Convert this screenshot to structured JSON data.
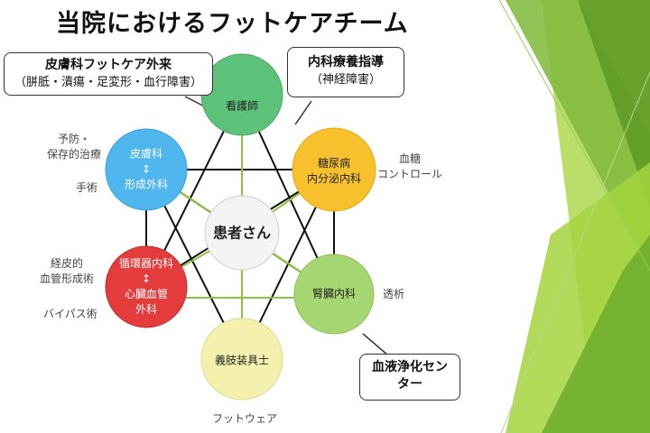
{
  "title": "当院におけるフットケアチーム",
  "callouts": {
    "dermatology_outpatient": {
      "line1": "皮膚科フットケア外来",
      "line2": "（胼胝・潰瘍・足変形・血行障害）"
    },
    "internal_medicine": {
      "line1": "内科療養指導",
      "line2": "（神経障害）"
    },
    "dialysis": {
      "line1": "血液浄化セン",
      "line2": "ター"
    }
  },
  "nodes": {
    "nurse": "看護師",
    "dermatology": {
      "top": "皮膚科",
      "arrow": "↕",
      "bottom": "形成外科"
    },
    "diabetes": {
      "top": "糖尿病",
      "bottom": "内分泌内科"
    },
    "patient": "患者さん",
    "cardio": {
      "top": "循環器内科",
      "arrow": "↕",
      "mid": "心臓血管",
      "bottom": "外科"
    },
    "nephrology": "腎臓内科",
    "prosthetist": "義肢装具士"
  },
  "side_labels": {
    "prevention": {
      "line1": "予防・",
      "line2": "保存的治療"
    },
    "surgery": "手術",
    "glucose": {
      "line1": "血糖",
      "line2": "コントロール"
    },
    "pta": {
      "line1": "経皮的",
      "line2": "血管形成術"
    },
    "bypass": "バイパス術",
    "dialysis_treatment": "透析",
    "footwear": "フットウェア"
  },
  "colors": {
    "nurse": "#5cc27a",
    "dermatology": "#4fb7ee",
    "diabetes": "#f7c12e",
    "patient": "#f4f4f4",
    "cardio": "#e43c3c",
    "nephrology": "#a6d672",
    "prosthetist": "#f3f1ad",
    "inner_link": "#8cc43c",
    "outer_link": "#111111",
    "deco_dark": "#5f9a26",
    "deco_light": "#a3d33e"
  }
}
